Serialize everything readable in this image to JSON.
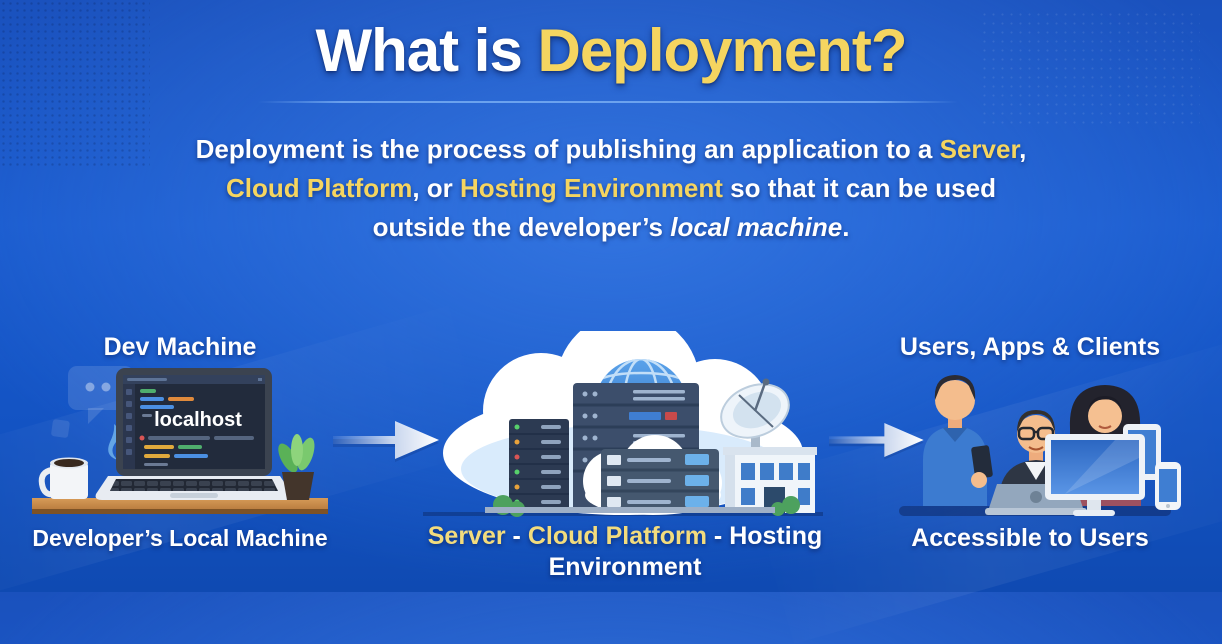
{
  "title": {
    "part1": "What is ",
    "part2": "Deployment?"
  },
  "subtitle": {
    "line1": {
      "s0": "Deployment",
      "s1": " is the process of publishing an application to a ",
      "s2": "Server",
      "s3": ","
    },
    "line2": {
      "s0": "Cloud Platform",
      "s1": ", or ",
      "s2": "Hosting Environment",
      "s3": " so that it can be used"
    },
    "line3": {
      "s0": "outside the developer’s ",
      "s1": "local machine",
      "s2": "."
    }
  },
  "dev_section": {
    "heading": "Dev Machine",
    "screen_text": "localhost",
    "caption": "Developer’s Local Machine"
  },
  "cloud_section": {
    "caption": {
      "s0": "Server",
      "s1": " - ",
      "s2": "Cloud Platform",
      "s3": " - ",
      "s4": "Hosting",
      "s5": "Environment"
    }
  },
  "users_section": {
    "heading": "Users, Apps & Clients",
    "caption": "Accessible to Users"
  },
  "icons": {
    "arrow_right": "white right arrow",
    "speech_bubble": "chat bubble",
    "coffee_mug": "coffee mug with steam",
    "laptop_dev": "laptop with code editor",
    "plant": "potted plant",
    "cloud": "large cloud",
    "globe": "network globe",
    "server_rack": "server racks",
    "satellite_dish": "satellite dish",
    "building": "hosting building",
    "people": "three users",
    "monitor": "desktop monitor",
    "tablet": "tablet",
    "smartphone": "smartphone"
  },
  "colors": {
    "background_blue": "#1b5ccf",
    "accent_yellow": "#f5d560",
    "caption_yellow": "#f3dc7d",
    "text_white": "#ffffff"
  }
}
